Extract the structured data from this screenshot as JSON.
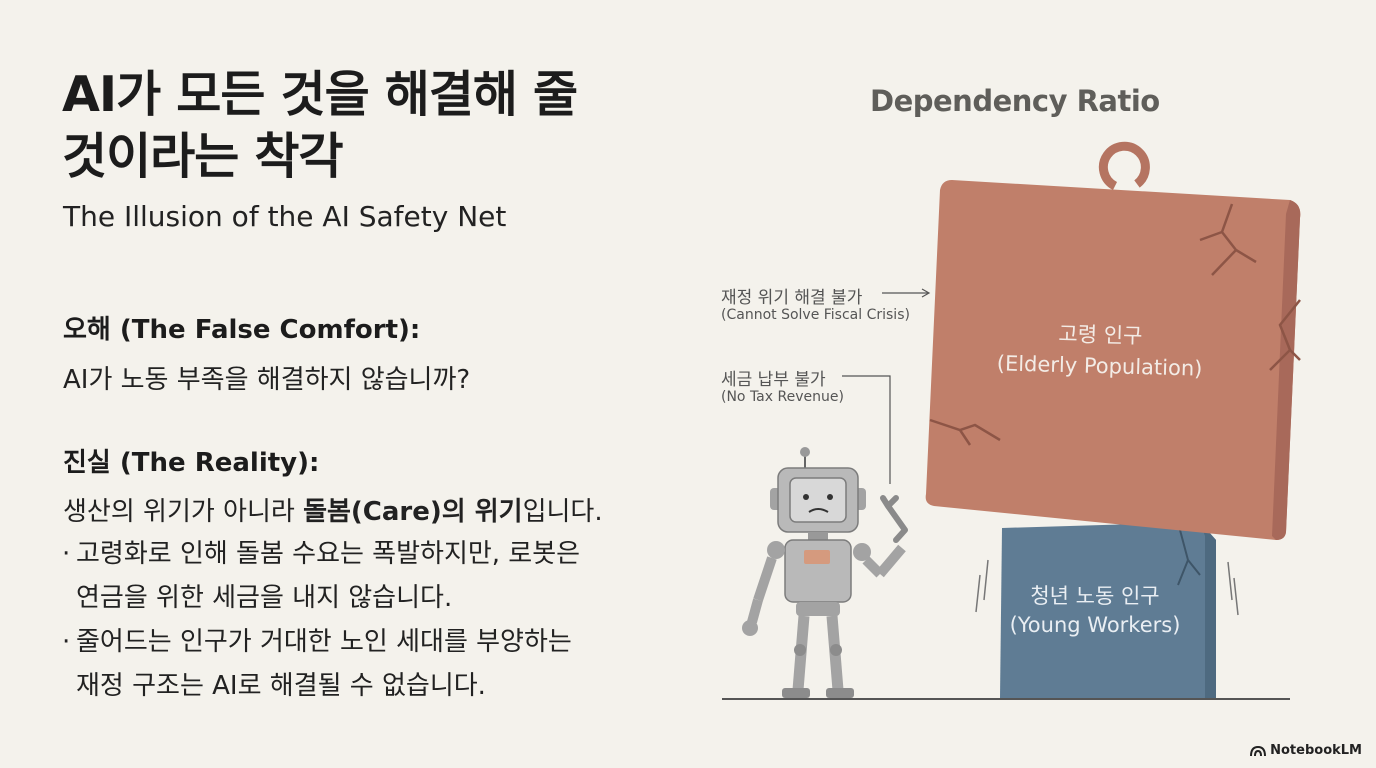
{
  "slide": {
    "title_line1": "AI가 모든 것을 해결해 줄",
    "title_line2": "것이라는 착각",
    "subtitle": "The Illusion of the AI Safety Net",
    "misconception": {
      "heading": "오해 (The False Comfort):",
      "text": "AI가 노동 부족을 해결하지 않습니까?"
    },
    "reality": {
      "heading": "진실 (The Reality):",
      "text_pre": "생산의 위기가 아니라 ",
      "text_bold": "돌봄(Care)의 위기",
      "text_post": "입니다.",
      "bullets": [
        {
          "dot": "·",
          "line1": "고령화로 인해 돌봄 수요는 폭발하지만, 로봇은",
          "line2": "연금을 위한 세금을 내지 않습니다."
        },
        {
          "dot": "·",
          "line1": "줄어드는 인구가 거대한 노인 세대를 부양하는",
          "line2": "재정 구조는 AI로 해결될 수 없습니다."
        }
      ]
    }
  },
  "illustration": {
    "title": "Dependency Ratio",
    "annotation_fiscal_ko": "재정 위기 해결 불가",
    "annotation_fiscal_en": "(Cannot Solve Fiscal Crisis)",
    "annotation_tax_ko": "세금 납부 불가",
    "annotation_tax_en": "(No Tax Revenue)",
    "elderly_ko": "고령 인구",
    "elderly_en": "(Elderly Population)",
    "young_ko": "청년 노동 인구",
    "young_en": "(Young Workers)",
    "colors": {
      "elderly_block": "#c07f6a",
      "young_block": "#5f7c94",
      "robot": "#b9b9b9"
    }
  },
  "branding": {
    "logo_text": "NotebookLM",
    "logo_icon": "notebooklm-logo-icon"
  }
}
